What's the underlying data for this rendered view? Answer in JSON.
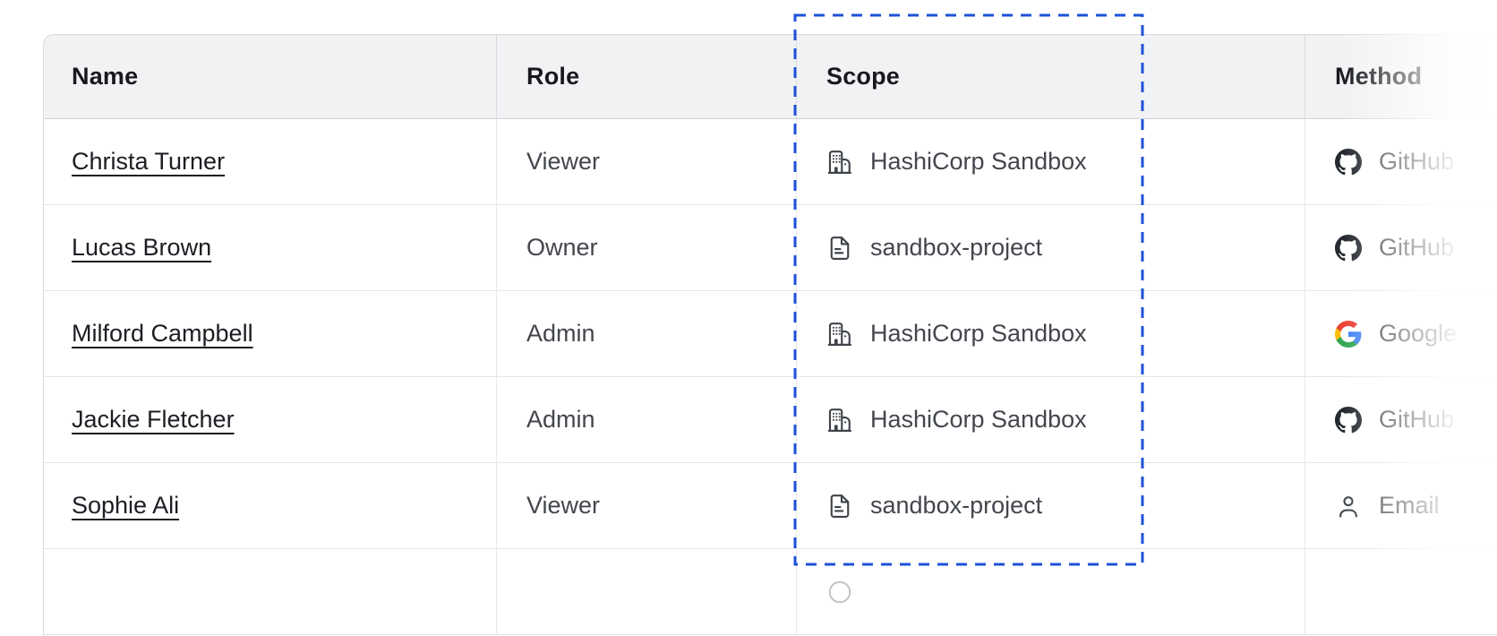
{
  "table": {
    "columns": [
      {
        "key": "name",
        "label": "Name"
      },
      {
        "key": "role",
        "label": "Role"
      },
      {
        "key": "scope",
        "label": "Scope"
      },
      {
        "key": "method",
        "label": "Method"
      }
    ],
    "rows": [
      {
        "name": "Christa Turner",
        "role": "Viewer",
        "scope": "HashiCorp Sandbox",
        "scope_icon": "org-icon",
        "method": "GitHub",
        "method_icon": "github-icon"
      },
      {
        "name": "Lucas Brown",
        "role": "Owner",
        "scope": "sandbox-project",
        "scope_icon": "file-text-icon",
        "method": "GitHub",
        "method_icon": "github-icon"
      },
      {
        "name": "Milford Campbell",
        "role": "Admin",
        "scope": "HashiCorp Sandbox",
        "scope_icon": "org-icon",
        "method": "Google",
        "method_icon": "google-icon"
      },
      {
        "name": "Jackie Fletcher",
        "role": "Admin",
        "scope": "HashiCorp Sandbox",
        "scope_icon": "org-icon",
        "method": "GitHub",
        "method_icon": "github-icon"
      },
      {
        "name": "Sophie Ali",
        "role": "Viewer",
        "scope": "sandbox-project",
        "scope_icon": "file-text-icon",
        "method": "Email",
        "method_icon": "user-icon"
      },
      {
        "name": "",
        "role": "",
        "scope": "",
        "scope_icon": "partial-circle-icon",
        "method": "",
        "method_icon": ""
      }
    ]
  },
  "annotation": {
    "highlighted_column": "Scope",
    "style": "dashed-rectangle"
  },
  "colors": {
    "highlight_border": "#1d52d8",
    "header_bg": "#f1f2f3",
    "header_text": "#17191d",
    "body_text": "#43464d",
    "link_text": "#1b1e23",
    "row_border": "#e4e6e9",
    "outer_border": "#d8dadd",
    "github_icon": "#24292f",
    "icon_stroke": "#3f434a"
  }
}
